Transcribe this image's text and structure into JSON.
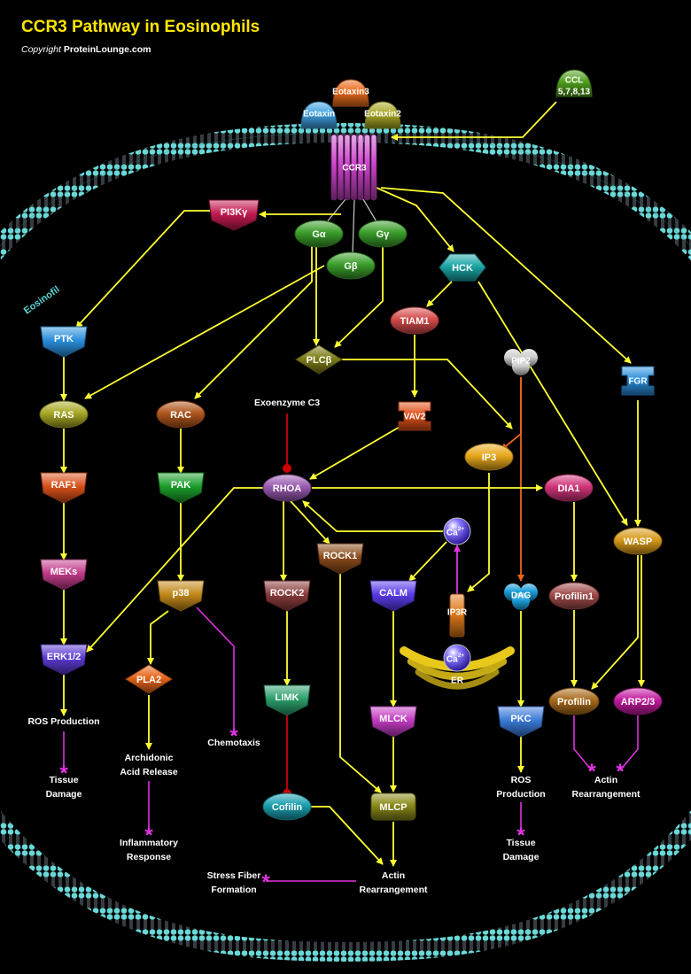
{
  "title": "CCR3 Pathway in Eosinophils",
  "copyright_prefix": "Copyright",
  "copyright_site": "ProteinLounge.com",
  "cell_label": "Eosinofil",
  "colors": {
    "background": "#000000",
    "title": "#ffe600",
    "arrow": "#ffff33",
    "inhibition": "#cc0000",
    "outcome_link": "#dd33dd",
    "membrane": "#5fd3d3",
    "receptor": "#cc44cc"
  },
  "nodes": [
    {
      "id": "eotaxin",
      "label": "Eotaxin",
      "shape": "dome",
      "color": "#3fa0e0",
      "icon": "ligand-dome"
    },
    {
      "id": "eotaxin3",
      "label": "Eotaxin3",
      "shape": "dome",
      "color": "#e86a1a",
      "icon": "ligand-dome"
    },
    {
      "id": "eotaxin2",
      "label": "Eotaxin2",
      "shape": "dome",
      "color": "#a8a825",
      "icon": "ligand-dome"
    },
    {
      "id": "ccl",
      "label": "CCL",
      "label2": "5,7,8,13",
      "shape": "dome",
      "color": "#4f9e1c",
      "icon": "ligand-dome"
    },
    {
      "id": "ccr3",
      "label": "CCR3",
      "shape": "receptor",
      "color": "#cc44cc",
      "icon": "receptor-icon"
    },
    {
      "id": "pi3k",
      "label": "PI3Kγ",
      "shape": "pentagon-down",
      "color": "#c21a50"
    },
    {
      "id": "galpha",
      "label": "Gα",
      "shape": "ellipse",
      "color": "#3a9e2a"
    },
    {
      "id": "ggamma",
      "label": "Gγ",
      "shape": "ellipse",
      "color": "#3a9e2a"
    },
    {
      "id": "gbeta",
      "label": "Gβ",
      "shape": "ellipse",
      "color": "#3a9e2a"
    },
    {
      "id": "hck",
      "label": "HCK",
      "shape": "hexagon",
      "color": "#1aa6a6"
    },
    {
      "id": "ptk",
      "label": "PTK",
      "shape": "pentagon-down",
      "color": "#2a8fdc"
    },
    {
      "id": "tiam1",
      "label": "TIAM1",
      "shape": "ellipse",
      "color": "#d44a4a"
    },
    {
      "id": "plcb",
      "label": "PLCβ",
      "shape": "diamond",
      "color": "#7f7f1a"
    },
    {
      "id": "pip2",
      "label": "PIP2",
      "shape": "trefoil",
      "color": "#d0d0d0"
    },
    {
      "id": "fgr",
      "label": "FGR",
      "shape": "cross",
      "color": "#2a8fdc"
    },
    {
      "id": "ras",
      "label": "RAS",
      "shape": "ellipse",
      "color": "#a8a825"
    },
    {
      "id": "rac",
      "label": "RAC",
      "shape": "ellipse",
      "color": "#b0561c"
    },
    {
      "id": "vav2",
      "label": "VAV2",
      "shape": "cross",
      "color": "#e0501a"
    },
    {
      "id": "ip3",
      "label": "IP3",
      "shape": "ellipse",
      "color": "#e8a81a"
    },
    {
      "id": "raf1",
      "label": "RAF1",
      "shape": "pentagon-down",
      "color": "#d8501a"
    },
    {
      "id": "pak",
      "label": "PAK",
      "shape": "pentagon-down",
      "color": "#1a9e2a"
    },
    {
      "id": "rhoa",
      "label": "RHOA",
      "shape": "ellipse",
      "color": "#9a5ab0"
    },
    {
      "id": "dia1",
      "label": "DIA1",
      "shape": "ellipse",
      "color": "#d0357a"
    },
    {
      "id": "wasp",
      "label": "WASP",
      "shape": "ellipse",
      "color": "#d89a1a"
    },
    {
      "id": "ca_top",
      "label": "Ca",
      "sup": "2+",
      "shape": "sphere",
      "color": "#6a4ae8"
    },
    {
      "id": "meks",
      "label": "MEKs",
      "shape": "pentagon-down",
      "color": "#c23a8a"
    },
    {
      "id": "p38",
      "label": "p38",
      "shape": "pentagon-down",
      "color": "#c2881a"
    },
    {
      "id": "rock2",
      "label": "ROCK2",
      "shape": "pentagon-down",
      "color": "#8a3a3a"
    },
    {
      "id": "rock1",
      "label": "ROCK1",
      "shape": "pentagon-down",
      "color": "#8a4a1a"
    },
    {
      "id": "calm",
      "label": "CALM",
      "shape": "pentagon-down",
      "color": "#5a3ae8"
    },
    {
      "id": "dag",
      "label": "DAG",
      "shape": "trefoil",
      "color": "#1a9ed8"
    },
    {
      "id": "profilin1",
      "label": "Profilin1",
      "shape": "ellipse",
      "color": "#a04a4a"
    },
    {
      "id": "ip3r",
      "label": "IP3R",
      "shape": "channel",
      "color": "#e07a1a"
    },
    {
      "id": "ca_er",
      "label": "Ca",
      "sup": "2+",
      "shape": "sphere",
      "color": "#6a4ae8"
    },
    {
      "id": "er",
      "label": "ER",
      "shape": "er",
      "color": "#e8c81a"
    },
    {
      "id": "erk",
      "label": "ERK1/2",
      "shape": "pentagon-down",
      "color": "#5a3ad0"
    },
    {
      "id": "pla2",
      "label": "PLA2",
      "shape": "diamond",
      "color": "#e8651a"
    },
    {
      "id": "limk",
      "label": "LIMK",
      "shape": "pentagon-down",
      "color": "#2a9e6a"
    },
    {
      "id": "mlck",
      "label": "MLCK",
      "shape": "pentagon-down",
      "color": "#c23ac2"
    },
    {
      "id": "pkc",
      "label": "PKC",
      "shape": "pentagon-down",
      "color": "#3a7ad8"
    },
    {
      "id": "profilin",
      "label": "Profilin",
      "shape": "ellipse",
      "color": "#a86a1a"
    },
    {
      "id": "arp23",
      "label": "ARP2/3",
      "shape": "ellipse",
      "color": "#c21a9e"
    },
    {
      "id": "cofilin",
      "label": "Cofilin",
      "shape": "ellipse",
      "color": "#1a9eae"
    },
    {
      "id": "mlcp",
      "label": "MLCP",
      "shape": "rect",
      "color": "#8a8a1a"
    }
  ],
  "texts": [
    {
      "id": "exoenzyme",
      "lines": [
        "Exoenzyme C3"
      ]
    },
    {
      "id": "ros1",
      "lines": [
        "ROS Production"
      ]
    },
    {
      "id": "tissue1",
      "lines": [
        "Tissue",
        "Damage"
      ]
    },
    {
      "id": "archidonic",
      "lines": [
        "Archidonic",
        "Acid Release"
      ]
    },
    {
      "id": "inflammatory",
      "lines": [
        "Inflammatory",
        "Response"
      ]
    },
    {
      "id": "chemotaxis",
      "lines": [
        "Chemotaxis"
      ]
    },
    {
      "id": "stressfiber",
      "lines": [
        "Stress Fiber",
        "Formation"
      ]
    },
    {
      "id": "actin_mid",
      "lines": [
        "Actin",
        "Rearrangement"
      ]
    },
    {
      "id": "ros2",
      "lines": [
        "ROS",
        "Production"
      ]
    },
    {
      "id": "tissue2",
      "lines": [
        "Tissue",
        "Damage"
      ]
    },
    {
      "id": "actin_right",
      "lines": [
        "Actin",
        "Rearrangement"
      ]
    }
  ],
  "edges": [
    {
      "from": "ccl",
      "to": "ccr3",
      "type": "activation"
    },
    {
      "from": "ccr3",
      "to": "galpha",
      "type": "association"
    },
    {
      "from": "ccr3",
      "to": "ggamma",
      "type": "association"
    },
    {
      "from": "ccr3",
      "to": "gbeta",
      "type": "association"
    },
    {
      "from": "galpha",
      "to": "pi3k",
      "type": "activation"
    },
    {
      "from": "ccr3",
      "to": "hck",
      "type": "activation"
    },
    {
      "from": "ccr3",
      "to": "fgr",
      "type": "activation"
    },
    {
      "from": "pi3k",
      "to": "ptk",
      "type": "activation"
    },
    {
      "from": "gbeta",
      "to": "ras",
      "type": "activation"
    },
    {
      "from": "galpha",
      "to": "rac",
      "type": "activation"
    },
    {
      "from": "galpha",
      "to": "plcb",
      "type": "activation"
    },
    {
      "from": "ggamma",
      "to": "plcb",
      "type": "activation"
    },
    {
      "from": "hck",
      "to": "tiam1",
      "type": "activation"
    },
    {
      "from": "hck",
      "to": "wasp",
      "type": "activation"
    },
    {
      "from": "tiam1",
      "to": "vav2",
      "type": "activation"
    },
    {
      "from": "vav2",
      "to": "rhoa",
      "type": "activation"
    },
    {
      "from": "plcb",
      "to": "ip3",
      "type": "catalysis"
    },
    {
      "from": "pip2",
      "to": "ip3",
      "type": "conversion"
    },
    {
      "from": "pip2",
      "to": "dag",
      "type": "conversion"
    },
    {
      "from": "fgr",
      "to": "wasp",
      "type": "activation"
    },
    {
      "from": "ptk",
      "to": "ras",
      "type": "activation"
    },
    {
      "from": "ras",
      "to": "raf1",
      "type": "activation"
    },
    {
      "from": "raf1",
      "to": "meks",
      "type": "activation"
    },
    {
      "from": "meks",
      "to": "erk",
      "type": "activation"
    },
    {
      "from": "rac",
      "to": "pak",
      "type": "activation"
    },
    {
      "from": "pak",
      "to": "p38",
      "type": "activation"
    },
    {
      "from": "exoenzyme",
      "to": "rhoa",
      "type": "inhibition"
    },
    {
      "from": "rhoa",
      "to": "erk",
      "type": "activation"
    },
    {
      "from": "rhoa",
      "to": "dia1",
      "type": "activation"
    },
    {
      "from": "rhoa",
      "to": "rock2",
      "type": "activation"
    },
    {
      "from": "rhoa",
      "to": "rock1",
      "type": "activation"
    },
    {
      "from": "ca_top",
      "to": "rhoa",
      "type": "activation"
    },
    {
      "from": "ca_top",
      "to": "calm",
      "type": "activation"
    },
    {
      "from": "ip3",
      "to": "ip3r",
      "type": "activation"
    },
    {
      "from": "ip3r",
      "to": "ca_top",
      "type": "release"
    },
    {
      "from": "dia1",
      "to": "profilin1",
      "type": "activation"
    },
    {
      "from": "profilin1",
      "to": "profilin",
      "type": "activation"
    },
    {
      "from": "wasp",
      "to": "profilin",
      "type": "activation"
    },
    {
      "from": "wasp",
      "to": "arp23",
      "type": "activation"
    },
    {
      "from": "erk",
      "to": "ros1",
      "type": "activation"
    },
    {
      "from": "p38",
      "to": "pla2",
      "type": "activation"
    },
    {
      "from": "pla2",
      "to": "archidonic",
      "type": "activation"
    },
    {
      "from": "rock2",
      "to": "limk",
      "type": "activation"
    },
    {
      "from": "limk",
      "to": "cofilin",
      "type": "inhibition"
    },
    {
      "from": "rock1",
      "to": "mlcp",
      "type": "activation"
    },
    {
      "from": "calm",
      "to": "mlck",
      "type": "activation"
    },
    {
      "from": "mlck",
      "to": "mlcp",
      "type": "activation"
    },
    {
      "from": "dag",
      "to": "pkc",
      "type": "activation"
    },
    {
      "from": "pkc",
      "to": "ros2",
      "type": "activation"
    },
    {
      "from": "cofilin",
      "to": "actin_mid",
      "type": "activation"
    },
    {
      "from": "mlcp",
      "to": "actin_mid",
      "type": "activation"
    }
  ],
  "outcome_links": [
    {
      "from": "ros1",
      "to": "tissue1"
    },
    {
      "from": "archidonic",
      "to": "inflammatory"
    },
    {
      "from": "p38",
      "to": "chemotaxis"
    },
    {
      "from": "actin_mid",
      "to": "stressfiber"
    },
    {
      "from": "ros2",
      "to": "tissue2"
    },
    {
      "from": "profilin",
      "to": "actin_right"
    },
    {
      "from": "arp23",
      "to": "actin_right"
    }
  ]
}
